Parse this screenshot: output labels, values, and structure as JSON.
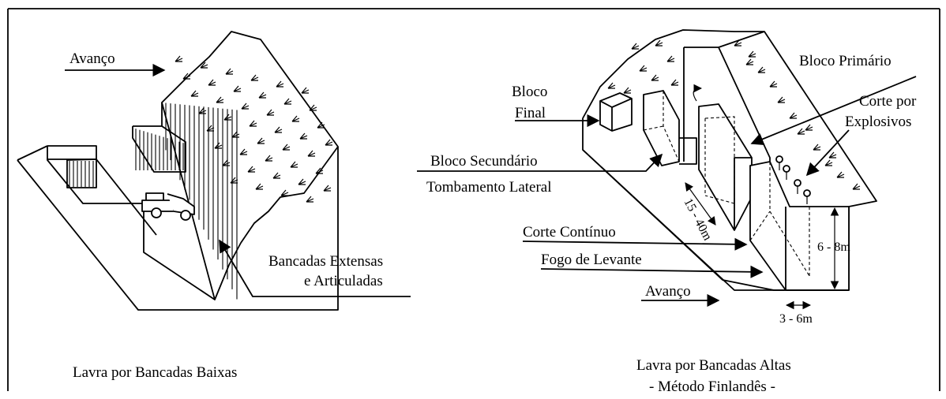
{
  "left_panel": {
    "title": "Lavra por Bancadas Baixas",
    "advance_label": "Avanço",
    "benches_label_line1": "Bancadas Extensas",
    "benches_label_line2": "e Articuladas"
  },
  "right_panel": {
    "title_line1": "Lavra por Bancadas Altas",
    "title_line2": "- Método Finlandês -",
    "primary_block": "Bloco Primário",
    "final_block_line1": "Bloco",
    "final_block_line2": "Final",
    "explosive_cut_line1": "Corte por",
    "explosive_cut_line2": "Explosivos",
    "secondary_block": "Bloco Secundário",
    "lateral_tipping": "Tombamento Lateral",
    "continuous_cut": "Corte Contínuo",
    "lifting_blast": "Fogo de Levante",
    "advance_label": "Avanço",
    "length_dim": "15 - 40m",
    "height_dim": "6 - 8m",
    "width_dim": "3 - 6m"
  }
}
